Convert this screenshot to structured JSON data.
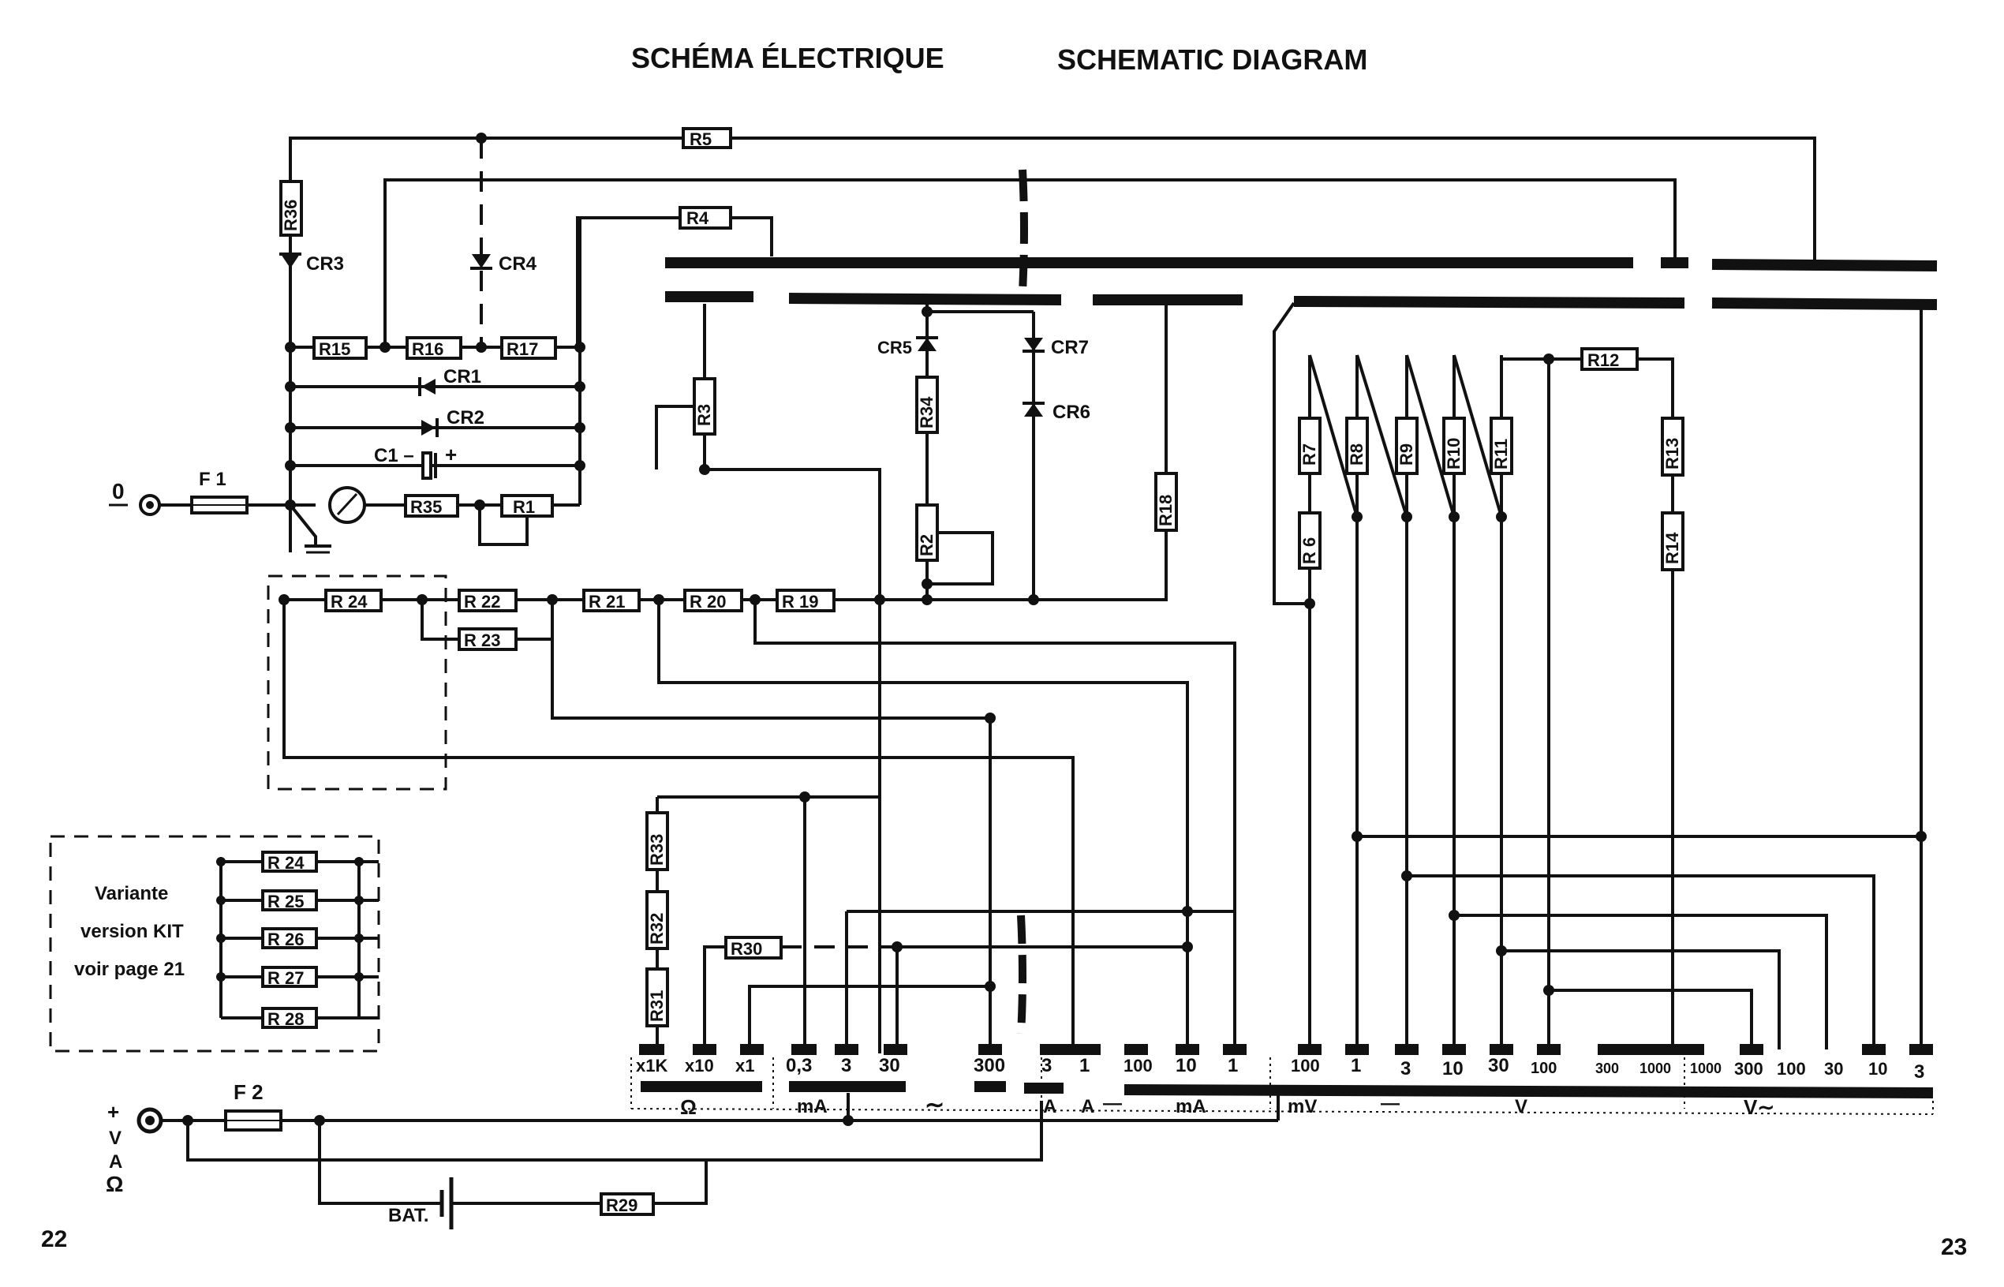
{
  "titles": {
    "fr": "SCHÉMA ÉLECTRIQUE",
    "en": "SCHEMATIC DIAGRAM"
  },
  "page_numbers": {
    "left": "22",
    "right": "23"
  },
  "inputs": {
    "zero": "0",
    "plus_label": [
      "+",
      "V",
      "A",
      "Ω"
    ]
  },
  "components": {
    "R5": "R5",
    "R4": "R4",
    "R36": "R36",
    "R15": "R15",
    "R16": "R16",
    "R17": "R17",
    "R35": "R35",
    "R1": "R1",
    "R3": "R3",
    "R34": "R34",
    "R2": "R2",
    "R18": "R18",
    "R24": "R 24",
    "R22": "R 22",
    "R23": "R 23",
    "R21": "R 21",
    "R20": "R 20",
    "R19": "R 19",
    "R7": "R7",
    "R6": "R 6",
    "R8": "R8",
    "R9": "R9",
    "R10": "R10",
    "R11": "R11",
    "R12": "R12",
    "R13": "R13",
    "R14": "R14",
    "R33": "R33",
    "R32": "R32",
    "R31": "R31",
    "R30": "R30",
    "R29": "R29",
    "CR3": "CR3",
    "CR4": "CR4",
    "CR1": "CR1",
    "CR2": "CR2",
    "CR5": "CR5",
    "CR6": "CR6",
    "CR7": "CR7",
    "C1": "C1 –",
    "C1plus": "+",
    "F1": "F 1",
    "F2": "F 2",
    "BAT": "BAT."
  },
  "variant_box": {
    "text": [
      "Variante",
      "version KIT",
      "voir page 21"
    ],
    "resistors": [
      "R 24",
      "R 25",
      "R 26",
      "R 27",
      "R 28"
    ]
  },
  "switch_positions": [
    "x1K",
    "x10",
    "x1",
    "0,3",
    "3",
    "30",
    "300",
    "3",
    "1",
    "100",
    "10",
    "1",
    "100",
    "1",
    "3",
    "10",
    "30",
    "100",
    "300",
    "1000",
    "1000",
    "300",
    "100",
    "30",
    "10",
    "3"
  ],
  "range_groups": [
    "Ω",
    "mA",
    "∼",
    "A",
    "A",
    "—",
    "mA",
    "mV",
    "—",
    "V",
    "V∼"
  ]
}
